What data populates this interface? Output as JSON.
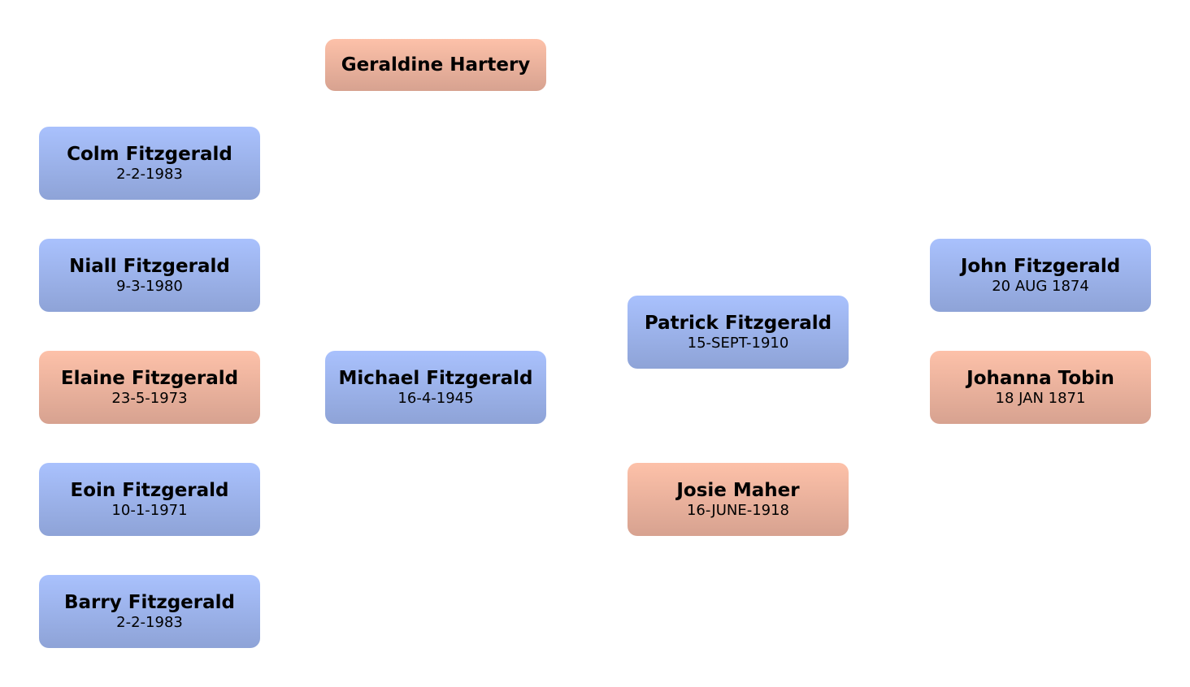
{
  "people": [
    {
      "id": "geraldine",
      "name": "Geraldine Hartery",
      "date": "",
      "gender": "female"
    },
    {
      "id": "colm",
      "name": "Colm Fitzgerald",
      "date": "2-2-1983",
      "gender": "male"
    },
    {
      "id": "niall",
      "name": "Niall Fitzgerald",
      "date": "9-3-1980",
      "gender": "male"
    },
    {
      "id": "elaine",
      "name": "Elaine Fitzgerald",
      "date": "23-5-1973",
      "gender": "female"
    },
    {
      "id": "eoin",
      "name": "Eoin Fitzgerald",
      "date": "10-1-1971",
      "gender": "male"
    },
    {
      "id": "barry",
      "name": "Barry Fitzgerald",
      "date": "2-2-1983",
      "gender": "male"
    },
    {
      "id": "michael",
      "name": "Michael Fitzgerald",
      "date": "16-4-1945",
      "gender": "male"
    },
    {
      "id": "patrick",
      "name": "Patrick Fitzgerald",
      "date": "15-SEPT-1910",
      "gender": "male"
    },
    {
      "id": "josie",
      "name": "Josie Maher",
      "date": "16-JUNE-1918",
      "gender": "female"
    },
    {
      "id": "john",
      "name": "John Fitzgerald",
      "date": "20 AUG 1874",
      "gender": "male"
    },
    {
      "id": "johanna",
      "name": "Johanna Tobin",
      "date": "18 JAN 1871",
      "gender": "female"
    }
  ]
}
